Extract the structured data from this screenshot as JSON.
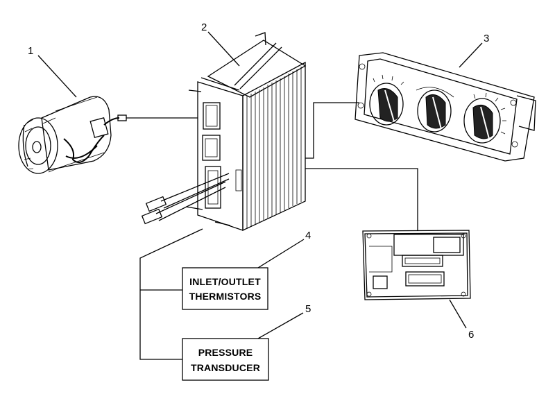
{
  "callouts": {
    "c1": "1",
    "c2": "2",
    "c3": "3",
    "c4": "4",
    "c5": "5",
    "c6": "6"
  },
  "boxes": {
    "thermistors": {
      "line1": "INLET/OUTLET",
      "line2": "THERMISTORS"
    },
    "transducer": {
      "line1": "PRESSURE",
      "line2": "TRANSDUCER"
    }
  }
}
